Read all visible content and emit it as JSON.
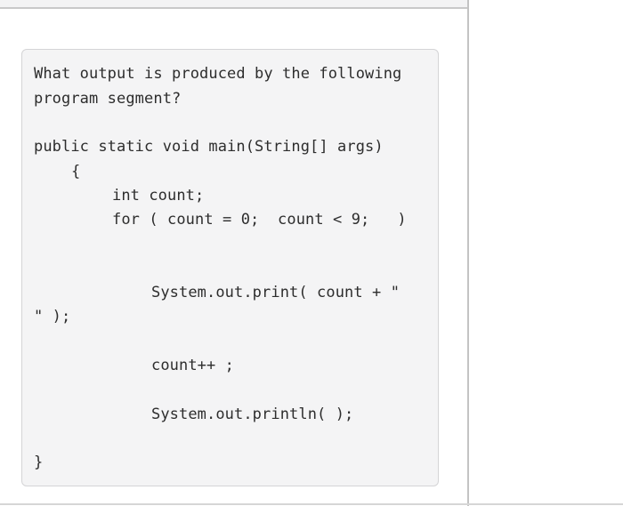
{
  "question": {
    "prompt_line1": "What output is produced by the following",
    "prompt_line2": "program segment?"
  },
  "code": {
    "lines": [
      "public static void main(String[] args)",
      "{",
      "int count;",
      "for ( count = 0;  count < 9;   )",
      "System.out.print( count + \"",
      "\" );",
      "count++ ;",
      "System.out.println( );",
      "}"
    ]
  },
  "colors": {
    "card_background": "#f4f4f5",
    "card_border": "#d4d4d6",
    "text": "#2d2d2d"
  }
}
